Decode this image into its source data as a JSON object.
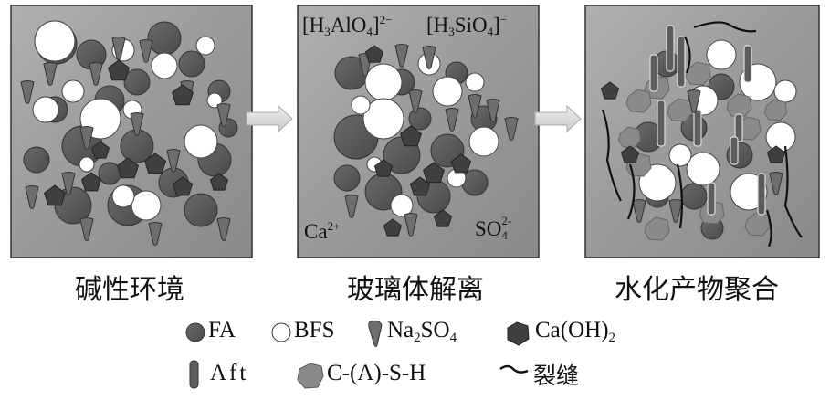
{
  "panels": [
    {
      "caption": "碱性环境"
    },
    {
      "caption": "玻璃体解离"
    },
    {
      "caption": "水化产物聚合"
    }
  ],
  "ions": {
    "h3alo4": {
      "pre": "[H",
      "s1": "3",
      "mid": "AlO",
      "s2": "4",
      "post": "]",
      "sup": "2−"
    },
    "h3sio4": {
      "pre": "[H",
      "s1": "3",
      "mid": "SiO",
      "s2": "4",
      "post": "]",
      "sup": "−"
    },
    "ca": {
      "base": "Ca",
      "sup": "2+"
    },
    "so4": {
      "base": "SO",
      "sup": "2-",
      "sub": "4"
    }
  },
  "legend": {
    "fa": "FA",
    "bfs": "BFS",
    "na2so4": {
      "base": "Na",
      "s1": "2",
      "mid": "SO",
      "s2": "4"
    },
    "caoh2": {
      "base": "Ca(OH)",
      "s1": "2"
    },
    "aft": "Aft",
    "csh": "C-(A)-S-H",
    "crack": "裂缝"
  },
  "colors": {
    "panel_bg": "#9a9a9a",
    "fa": "#5a5a5a",
    "bfs": "#ffffff",
    "na2so4": "#6e6e6e",
    "caoh2": "#404040",
    "aft": "#5c5c5c",
    "csh": "#8a8a8a",
    "crack": "#111111",
    "arrow": "#d8d8d8"
  }
}
